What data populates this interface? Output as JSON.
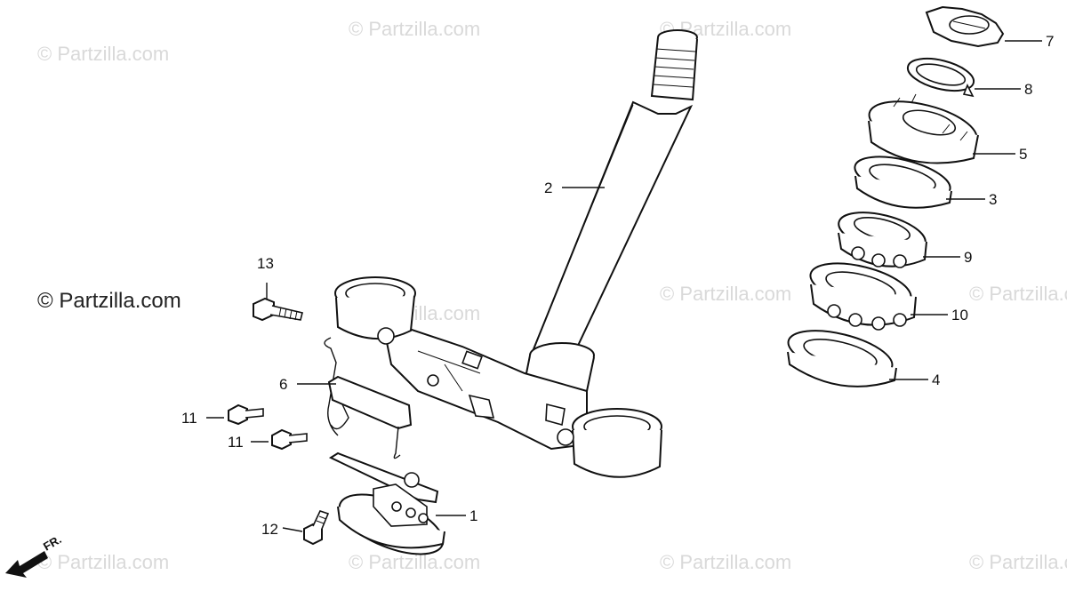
{
  "watermarks": {
    "text": "© Partzilla.com",
    "main_text": "© Partzilla.com"
  },
  "direction_label": "FR.",
  "callouts": [
    {
      "id": "c1",
      "label": "1"
    },
    {
      "id": "c2",
      "label": "2"
    },
    {
      "id": "c3",
      "label": "3"
    },
    {
      "id": "c4",
      "label": "4"
    },
    {
      "id": "c5",
      "label": "5"
    },
    {
      "id": "c6",
      "label": "6"
    },
    {
      "id": "c7",
      "label": "7"
    },
    {
      "id": "c8",
      "label": "8"
    },
    {
      "id": "c9",
      "label": "9"
    },
    {
      "id": "c10",
      "label": "10"
    },
    {
      "id": "c11a",
      "label": "11"
    },
    {
      "id": "c11b",
      "label": "11"
    },
    {
      "id": "c12",
      "label": "12"
    },
    {
      "id": "c13",
      "label": "13"
    }
  ]
}
